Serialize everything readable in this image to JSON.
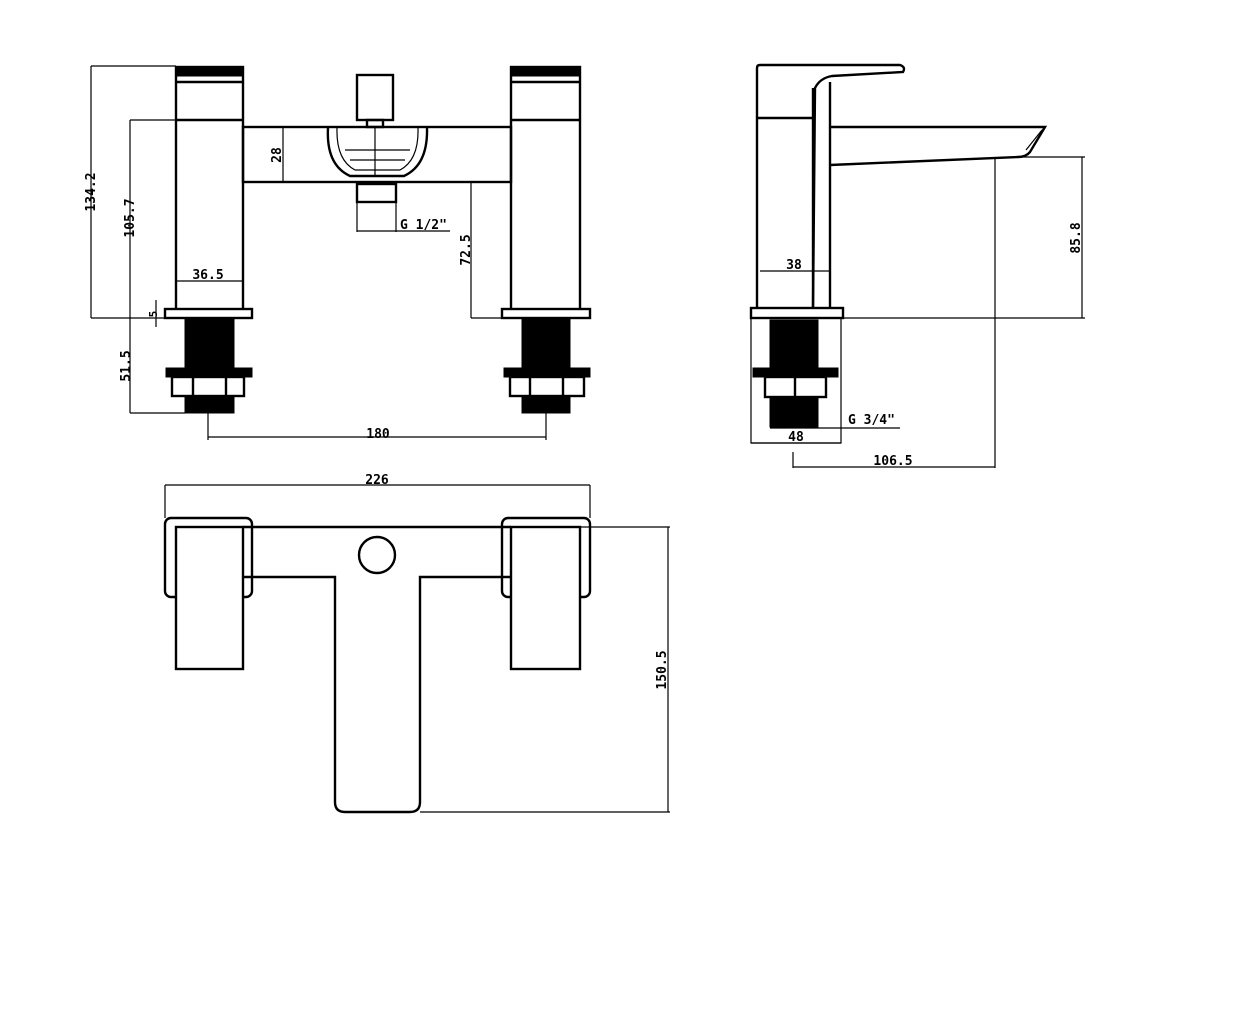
{
  "drawing": {
    "colors": {
      "line": "#000000",
      "background": "#ffffff"
    },
    "front_view": {
      "dimensions": {
        "overall_height": "134.2",
        "handle_height": "105.7",
        "bridge_height": "28",
        "outlet_thread": "G 1/2\"",
        "outlet_height": "72.5",
        "handle_width": "36.5",
        "plate_thickness": "5",
        "shank_length": "51.5",
        "centres": "180"
      }
    },
    "side_view": {
      "dimensions": {
        "body_width": "38",
        "spout_height": "85.8",
        "inlet_thread": "G 3/4\"",
        "base_width": "48",
        "spout_projection": "106.5"
      }
    },
    "top_view": {
      "dimensions": {
        "overall_width": "226",
        "overall_depth": "150.5"
      }
    }
  }
}
